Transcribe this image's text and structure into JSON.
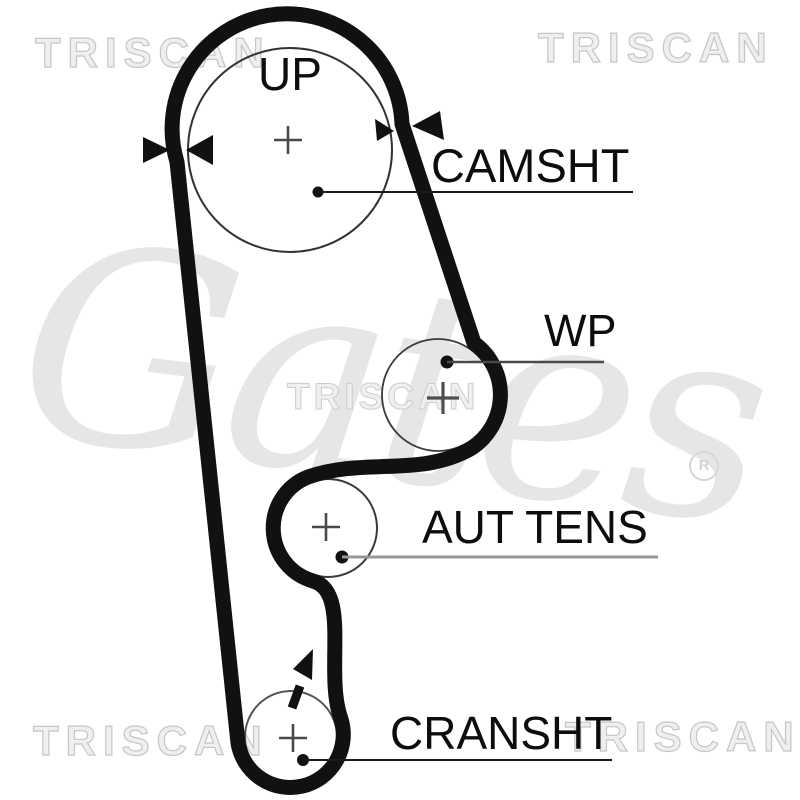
{
  "labels": {
    "up": "UP",
    "camshaft": "CAMSHT",
    "water_pump": "WP",
    "tensioner": "AUT TENS",
    "crankshaft": "CRANSHT"
  },
  "watermarks": {
    "brand": "TRISCAN",
    "logo": "Gates",
    "registered_mark": "R"
  },
  "colors": {
    "background": "#ffffff",
    "belt": "#111111",
    "pulley_outline": "#3a3a3a",
    "label_text": "#0d0d0d",
    "leader_line_dark": "#1a1a1a",
    "leader_line_gray": "#979797",
    "triscan_watermark": "#c6c6c6",
    "gates_watermark": "#e6e6e6"
  }
}
